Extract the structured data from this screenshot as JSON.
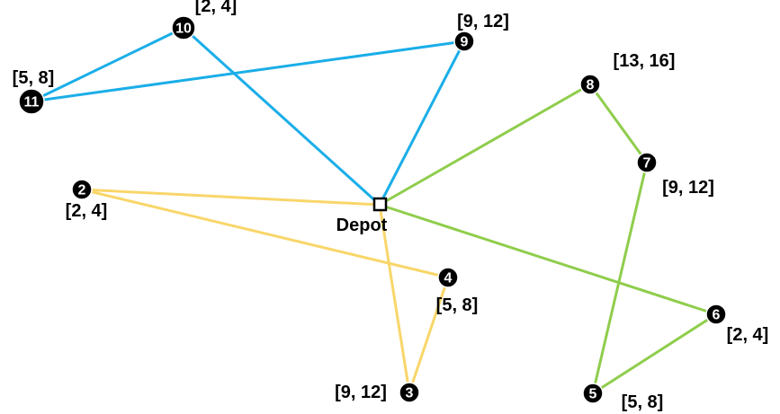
{
  "depot": {
    "label": "Depot"
  },
  "colors": {
    "blue": "#1aaee8",
    "yellow": "#f9d66a",
    "green": "#8fcd4c"
  },
  "nodes": [
    {
      "id": "2",
      "window": "[2, 4]"
    },
    {
      "id": "3",
      "window": "[9, 12]"
    },
    {
      "id": "4",
      "window": "[5, 8]"
    },
    {
      "id": "5",
      "window": "[5, 8]"
    },
    {
      "id": "6",
      "window": "[2, 4]"
    },
    {
      "id": "7",
      "window": "[9, 12]"
    },
    {
      "id": "8",
      "window": "[13, 16]"
    },
    {
      "id": "9",
      "window": "[9, 12]"
    },
    {
      "id": "10",
      "window": "[2, 4]"
    },
    {
      "id": "11",
      "window": "[5, 8]"
    }
  ],
  "routes": [
    {
      "color": "blue",
      "stops": [
        "depot",
        "10",
        "11",
        "9",
        "depot"
      ]
    },
    {
      "color": "yellow",
      "stops": [
        "depot",
        "2",
        "4",
        "3",
        "depot"
      ]
    },
    {
      "color": "green",
      "stops": [
        "depot",
        "8",
        "7",
        "5",
        "6",
        "depot"
      ]
    }
  ]
}
